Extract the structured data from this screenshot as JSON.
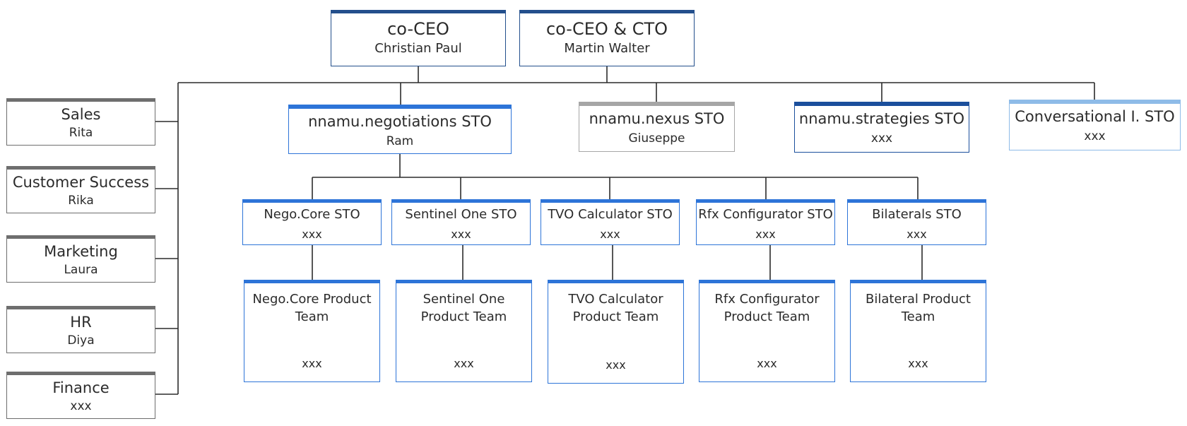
{
  "executives": [
    {
      "title": "co-CEO",
      "name": "Christian Paul"
    },
    {
      "title": "co-CEO & CTO",
      "name": "Martin Walter"
    }
  ],
  "departments": [
    {
      "title": "Sales",
      "name": "Rita"
    },
    {
      "title": "Customer Success",
      "name": "Rika"
    },
    {
      "title": "Marketing",
      "name": "Laura"
    },
    {
      "title": "HR",
      "name": "Diya"
    },
    {
      "title": "Finance",
      "name": "xxx"
    }
  ],
  "stos": [
    {
      "title": "nnamu.negotiations STO",
      "name": "Ram"
    },
    {
      "title": "nnamu.nexus STO",
      "name": "Giuseppe"
    },
    {
      "title": "nnamu.strategies STO",
      "name": "xxx"
    },
    {
      "title": "Conversational I. STO",
      "name": "xxx"
    }
  ],
  "sub_stos": [
    {
      "title": "Nego.Core STO",
      "name": "xxx"
    },
    {
      "title": "Sentinel One STO",
      "name": "xxx"
    },
    {
      "title": "TVO Calculator STO",
      "name": "xxx"
    },
    {
      "title": "Rfx Configurator STO",
      "name": "xxx"
    },
    {
      "title": "Bilaterals STO",
      "name": "xxx"
    }
  ],
  "teams": [
    {
      "title": "Nego.Core Product Team",
      "name": "xxx"
    },
    {
      "title": "Sentinel One Product Team",
      "name": "xxx"
    },
    {
      "title": "TVO Calculator Product Team",
      "name": "xxx"
    },
    {
      "title": "Rfx Configurator Product Team",
      "name": "xxx"
    },
    {
      "title": "Bilateral Product Team",
      "name": "xxx"
    }
  ],
  "colors": {
    "connector": "#2b2b2b",
    "executive_border": "#234f8c",
    "department_border": "#6e6e6e",
    "sto_blue": "#2d74d8",
    "sto_grey": "#a6a6a6",
    "sto_navy": "#1b4f9c",
    "sto_light": "#8ebbe8"
  }
}
